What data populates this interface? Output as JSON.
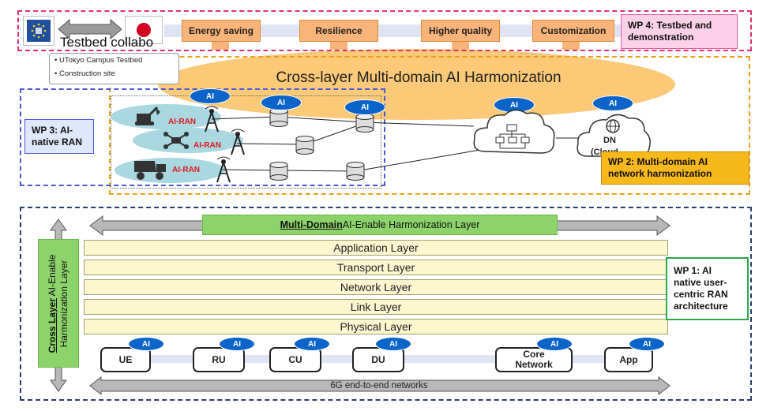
{
  "wp4": {
    "testbed_title": "Testbed collabo",
    "goals": [
      "Energy saving",
      "Resilience",
      "Higher quality",
      "Customization"
    ],
    "label": "WP 4: Testbed and demonstration",
    "testbed_items": [
      "UTokyo Campus Testbed",
      "Construction site"
    ]
  },
  "harmonization_title": "Cross-layer Multi-domain AI Harmonization",
  "wp3": {
    "label": "WP 3: AI-native RAN"
  },
  "wp2": {
    "label": "WP 2: Multi-domain AI network harmonization"
  },
  "wp1": {
    "label": "WP 1: AI native user-centric RAN architecture"
  },
  "ran": {
    "ai_ran_label": "AI-RAN",
    "ai_label": "AI"
  },
  "cloud": {
    "dn_label": "DN",
    "dn_sub": "(Cloud"
  },
  "multi_domain": {
    "bold": "Multi-Domain",
    "rest": " AI-Enable Harmonization Layer"
  },
  "cross_layer": {
    "bold": "Cross Layer",
    "rest": " AI-Enable Harmonization Layer"
  },
  "layers": [
    "Application Layer",
    "Transport Layer",
    "Network Layer",
    "Link Layer",
    "Physical Layer"
  ],
  "nodes": [
    "UE",
    "RU",
    "CU",
    "DU",
    "Core Network",
    "App"
  ],
  "e2e_label": "6G end-to-end networks",
  "colors": {
    "wp4_border": "#e0306b",
    "goal_fill": "#f9b47a",
    "ai_blue": "#0a64c9",
    "ran_red": "#e11a1a",
    "layer_fill": "#fdf7cf",
    "multi_domain_green": "#8dd36a",
    "wp1_border": "#2aa84a",
    "wp2_fill": "#f7b81c",
    "wp3_border": "#3b4fd6"
  }
}
